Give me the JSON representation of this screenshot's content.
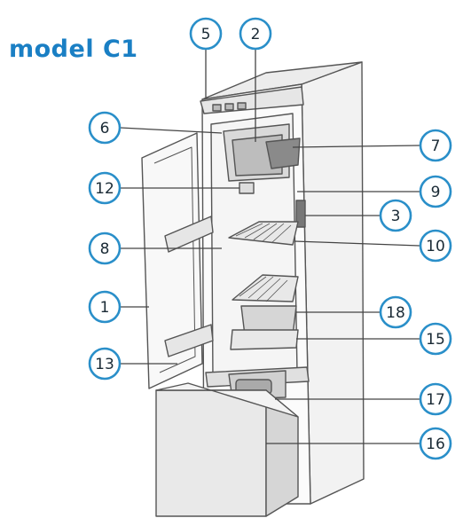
{
  "title": "model C1",
  "colors": {
    "title": "#1a7fc4",
    "callout_stroke": "#2a8fc9",
    "callout_text": "#1a2a35",
    "leader": "#444444",
    "outline": "#555555"
  },
  "callouts": [
    {
      "id": "c5",
      "label": "5"
    },
    {
      "id": "c2",
      "label": "2"
    },
    {
      "id": "c6",
      "label": "6"
    },
    {
      "id": "c7",
      "label": "7"
    },
    {
      "id": "c12",
      "label": "12"
    },
    {
      "id": "c9",
      "label": "9"
    },
    {
      "id": "c3",
      "label": "3"
    },
    {
      "id": "c8",
      "label": "8"
    },
    {
      "id": "c10",
      "label": "10"
    },
    {
      "id": "c1",
      "label": "1"
    },
    {
      "id": "c18",
      "label": "18"
    },
    {
      "id": "c15",
      "label": "15"
    },
    {
      "id": "c13",
      "label": "13"
    },
    {
      "id": "c17",
      "label": "17"
    },
    {
      "id": "c16",
      "label": "16"
    }
  ]
}
